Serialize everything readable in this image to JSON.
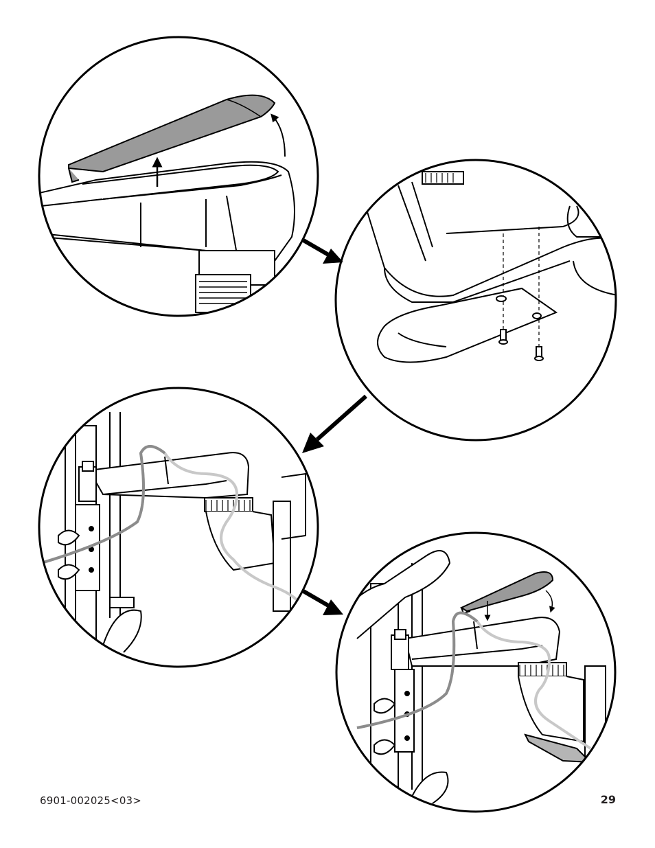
{
  "document": {
    "part_number": "6901-002025<03>",
    "page_number": "29"
  },
  "figures": [
    {
      "name": "step-remove-cover",
      "icons": [
        "up-arrow-icon",
        "curved-arrow-icon"
      ]
    },
    {
      "name": "step-cable-cover-screws",
      "icons": [
        "dashed-guide-lines"
      ]
    },
    {
      "name": "step-route-cable",
      "icons": []
    },
    {
      "name": "step-replace-cover",
      "icons": [
        "down-arrow-icon",
        "curved-arrow-icon"
      ]
    }
  ],
  "colors": {
    "ink": "#000000",
    "cover_gray": "#9a9a9a",
    "cable_dark": "#8c8c8c",
    "cable_light": "#c8c8c8"
  }
}
